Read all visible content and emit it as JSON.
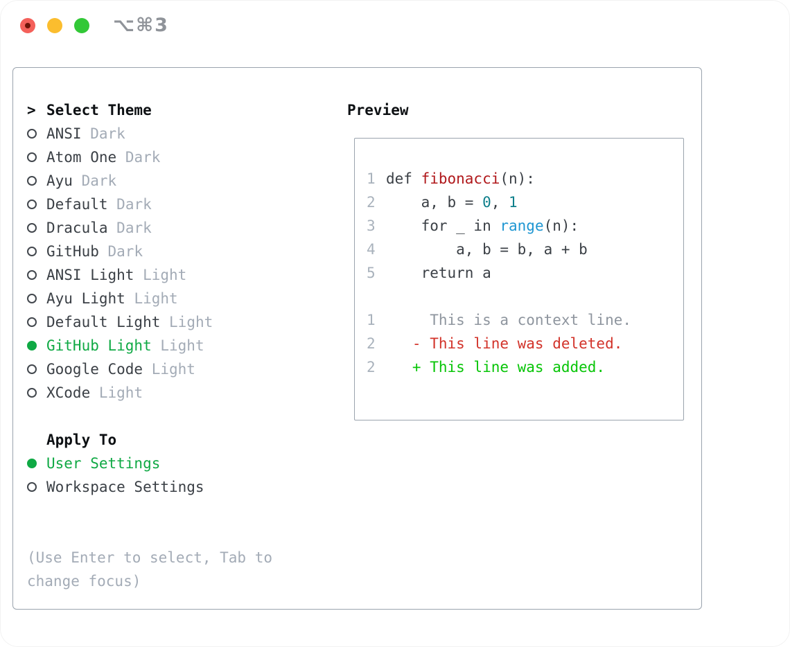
{
  "window": {
    "title": "⌥⌘3",
    "traffic_lights": [
      "close",
      "minimize",
      "zoom"
    ]
  },
  "theme_picker": {
    "header_prefix": ">",
    "header": "Select Theme",
    "items": [
      {
        "name": "ANSI",
        "variant": "Dark",
        "selected": false
      },
      {
        "name": "Atom One",
        "variant": "Dark",
        "selected": false
      },
      {
        "name": "Ayu",
        "variant": "Dark",
        "selected": false
      },
      {
        "name": "Default",
        "variant": "Dark",
        "selected": false
      },
      {
        "name": "Dracula",
        "variant": "Dark",
        "selected": false
      },
      {
        "name": "GitHub",
        "variant": "Dark",
        "selected": false
      },
      {
        "name": "ANSI Light",
        "variant": "Light",
        "selected": false
      },
      {
        "name": "Ayu Light",
        "variant": "Light",
        "selected": false
      },
      {
        "name": "Default Light",
        "variant": "Light",
        "selected": false
      },
      {
        "name": "GitHub Light",
        "variant": "Light",
        "selected": true
      },
      {
        "name": "Google Code",
        "variant": "Light",
        "selected": false
      },
      {
        "name": "XCode",
        "variant": "Light",
        "selected": false
      }
    ],
    "apply_to": {
      "header": "Apply To",
      "options": [
        {
          "name": "User Settings",
          "selected": true
        },
        {
          "name": "Workspace Settings",
          "selected": false
        }
      ]
    },
    "help_text": "(Use Enter to select, Tab to change focus)"
  },
  "preview": {
    "header": "Preview",
    "code_lines": [
      {
        "num": "1",
        "segments": [
          {
            "text": "def ",
            "color": "fg"
          },
          {
            "text": "fibonacci",
            "color": "red"
          },
          {
            "text": "(n):",
            "color": "fg"
          }
        ]
      },
      {
        "num": "2",
        "segments": [
          {
            "text": "    a, b = ",
            "color": "fg"
          },
          {
            "text": "0",
            "color": "teal"
          },
          {
            "text": ", ",
            "color": "fg"
          },
          {
            "text": "1",
            "color": "teal"
          }
        ]
      },
      {
        "num": "3",
        "segments": [
          {
            "text": "    for _ in ",
            "color": "fg"
          },
          {
            "text": "range",
            "color": "blue"
          },
          {
            "text": "(n):",
            "color": "fg"
          }
        ]
      },
      {
        "num": "4",
        "segments": [
          {
            "text": "        a, b = b, a + b",
            "color": "fg"
          }
        ]
      },
      {
        "num": "5",
        "segments": [
          {
            "text": "    return a",
            "color": "fg"
          }
        ]
      },
      {
        "num": "",
        "segments": []
      },
      {
        "num": "1",
        "segments": [
          {
            "text": "     This is a context line.",
            "color": "gray"
          }
        ]
      },
      {
        "num": "2",
        "segments": [
          {
            "text": "   - This line was deleted.",
            "color": "diffred"
          }
        ]
      },
      {
        "num": "2",
        "segments": [
          {
            "text": "   + This line was added.",
            "color": "diffgreen"
          }
        ]
      }
    ]
  },
  "colors": {
    "accent_green": "#0fa944",
    "diff_green": "#07c507",
    "diff_red": "#d2332a",
    "diff_gray": "#8e959e",
    "code_red": "#b0181b",
    "code_teal": "#0e7f8b",
    "code_blue": "#1e96d2",
    "fg": "#3a3f45",
    "heading": "#0d1013",
    "muted": "#a3abb6",
    "lnum": "#a9b2bc",
    "border": "#9aa3ad",
    "titlebar_gray": "#8f9399",
    "traffic_red": "#f4605a",
    "traffic_yellow": "#fbbd2e",
    "traffic_green": "#32c837"
  }
}
